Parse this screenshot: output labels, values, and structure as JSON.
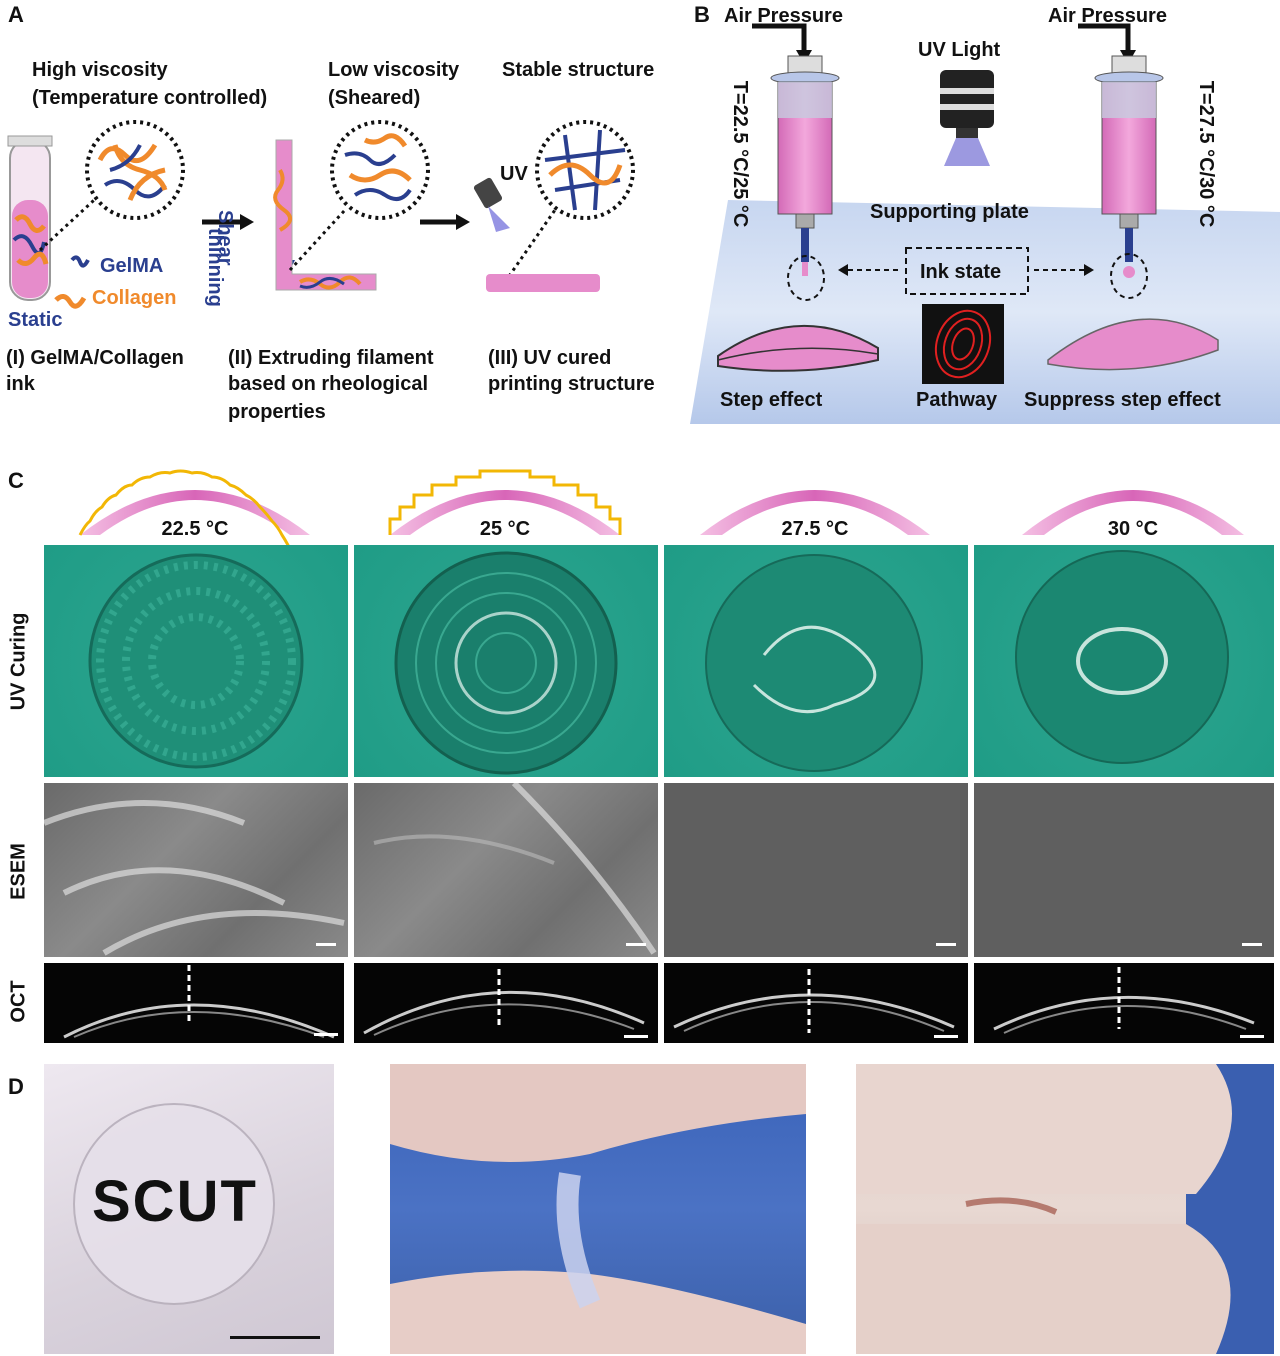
{
  "panel_labels": {
    "a": "A",
    "b": "B",
    "c": "C",
    "d": "D"
  },
  "panel_a": {
    "high_viscosity": "High viscosity",
    "temp_controlled": "(Temperature controlled)",
    "low_viscosity": "Low viscosity",
    "sheared": "(Sheared)",
    "stable_structure": "Stable structure",
    "uv": "UV",
    "gelma": "GelMA",
    "collagen": "Collagen",
    "static": "Static",
    "shear_thinning_1": "Shear",
    "shear_thinning_2": "thinning",
    "step1_line1": "(I) GelMA/Collagen",
    "step1_line2": "ink",
    "step2_line1": "(II) Extruding filament",
    "step2_line2": "based on rheological",
    "step2_line3": "properties",
    "step3_line1": "(III) UV cured",
    "step3_line2": "printing structure"
  },
  "panel_b": {
    "air_pressure_left": "Air Pressure",
    "air_pressure_right": "Air Pressure",
    "uv_light": "UV Light",
    "temp_left": "T=22.5 °C/25 °C",
    "temp_right": "T=27.5 °C/30 °C",
    "supporting_plate": "Supporting plate",
    "ink_state": "Ink state",
    "step_effect": "Step effect",
    "pathway": "Pathway",
    "suppress_step_effect": "Suppress step effect"
  },
  "panel_c": {
    "temps": [
      "22.5 °C",
      "25 °C",
      "27.5 °C",
      "30 °C"
    ],
    "rows": [
      "UV Curing",
      "ESEM",
      "OCT"
    ]
  },
  "panel_d": {
    "sample_text": "SCUT"
  },
  "colors": {
    "gelma": "#2a3f8f",
    "collagen": "#f08a2c",
    "pink": "#e68ccb",
    "step_outline": "#f2b705",
    "uv_bg": "#25a08a"
  }
}
